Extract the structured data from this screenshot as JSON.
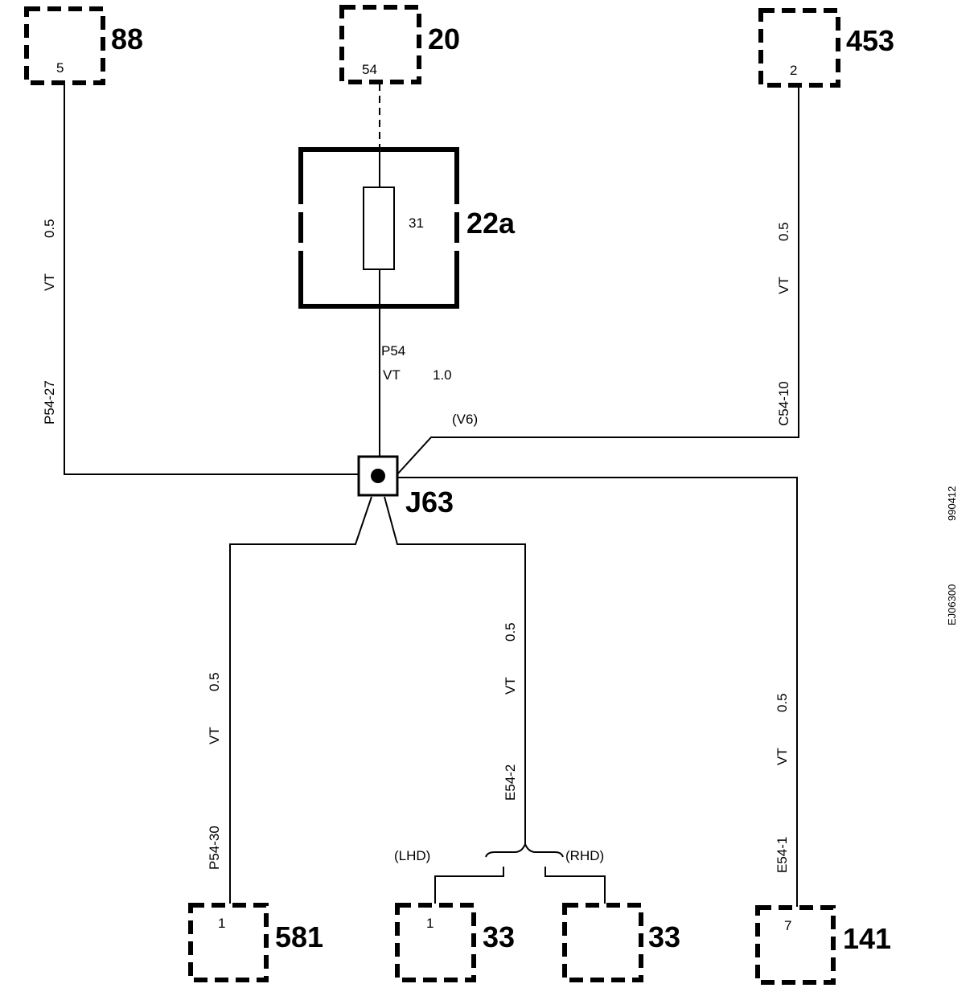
{
  "components": {
    "c88": {
      "label": "88",
      "pin": "5"
    },
    "c20": {
      "label": "20",
      "pin": "54"
    },
    "c453": {
      "label": "453",
      "pin": "2"
    },
    "c22a": {
      "label": "22a",
      "fuse": "31"
    },
    "c581": {
      "label": "581",
      "pin": "1"
    },
    "c33_lhd": {
      "label": "33",
      "pin": "1"
    },
    "c33_rhd": {
      "label": "33"
    },
    "c141": {
      "label": "141",
      "pin": "7"
    }
  },
  "junction": {
    "label": "J63"
  },
  "wires": {
    "w88": {
      "size": "0.5",
      "color": "VT",
      "code": "P54-27"
    },
    "w453": {
      "size": "0.5",
      "color": "VT",
      "code": "C54-10"
    },
    "wfuse": {
      "code": "P54",
      "color": "VT",
      "size": "1.0"
    },
    "w581": {
      "size": "0.5",
      "color": "VT",
      "code": "P54-30"
    },
    "w33": {
      "size": "0.5",
      "color": "VT",
      "code": "E54-2"
    },
    "w141": {
      "size": "0.5",
      "color": "VT",
      "code": "E54-1"
    }
  },
  "variants": {
    "v6": "(V6)",
    "lhd": "(LHD)",
    "rhd": "(RHD)"
  },
  "side_codes": {
    "date": "990412",
    "ref": "EJ06300"
  }
}
